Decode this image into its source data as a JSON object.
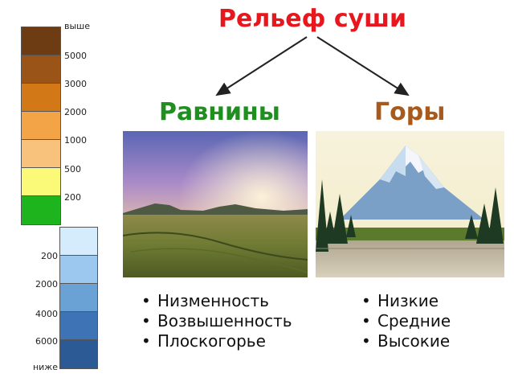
{
  "title": "Рельеф суши",
  "plains": {
    "heading": "Равнины",
    "items": [
      "Низменность",
      "Возвышенность",
      "Плоскогорье"
    ]
  },
  "mountains": {
    "heading": "Горы",
    "items": [
      "Низкие",
      "Средние",
      "Высокие"
    ]
  },
  "land_scale": {
    "labels": [
      "выше",
      "5000",
      "3000",
      "2000",
      "1000",
      "500",
      "200"
    ],
    "colors": [
      "#6e3c12",
      "#9a5418",
      "#d27816",
      "#f2a446",
      "#f8c27c",
      "#fafa78",
      "#1eb41e"
    ]
  },
  "depth_scale": {
    "labels": [
      "200",
      "2000",
      "4000",
      "6000",
      "ниже"
    ],
    "colors": [
      "#d4ecfc",
      "#9cc8f0",
      "#6aa2d6",
      "#3e74b6",
      "#2c5a94"
    ]
  }
}
